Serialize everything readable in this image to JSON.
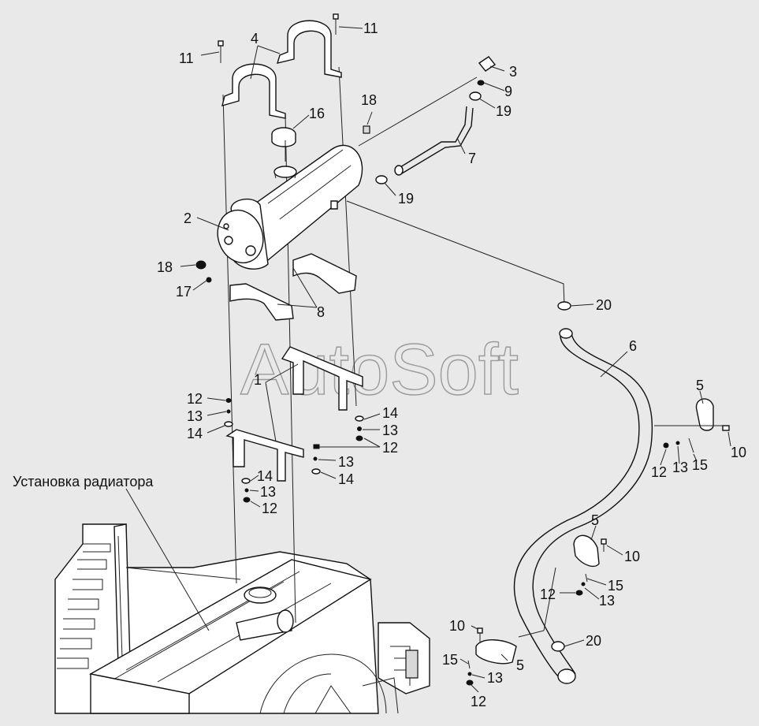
{
  "watermark": "AutoSoft",
  "callouts": {
    "c1": "1",
    "c2": "2",
    "c3": "3",
    "c4": "4",
    "c5a": "5",
    "c5b": "5",
    "c5c": "5",
    "c6": "6",
    "c7": "7",
    "c8": "8",
    "c9": "9",
    "c10a": "10",
    "c10b": "10",
    "c10c": "10",
    "c11a": "11",
    "c11b": "11",
    "c12a": "12",
    "c12b": "12",
    "c12c": "12",
    "c12d": "12",
    "c12e": "12",
    "c12f": "12",
    "c13a": "13",
    "c13b": "13",
    "c13c": "13",
    "c13d": "13",
    "c13e": "13",
    "c13f": "13",
    "c13g": "13",
    "c14a": "14",
    "c14b": "14",
    "c14c": "14",
    "c14d": "14",
    "c15a": "15",
    "c15b": "15",
    "c15c": "15",
    "c16": "16",
    "c17": "17",
    "c18a": "18",
    "c18b": "18",
    "c19a": "19",
    "c19b": "19",
    "c20a": "20",
    "c20b": "20"
  },
  "assembly_label": "Установка радиатора",
  "colors": {
    "background": "#e9e9e9",
    "line": "#111111"
  }
}
